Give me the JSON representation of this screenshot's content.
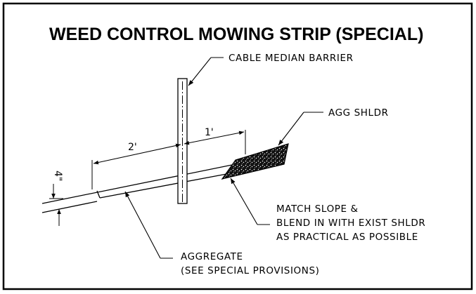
{
  "title": "WEED CONTROL MOWING STRIP (SPECIAL)",
  "callouts": {
    "cable_barrier": "CABLE MEDIAN BARRIER",
    "agg_shoulder": "AGG SHLDR",
    "match_slope": [
      "MATCH SLOPE &",
      "BLEND IN WITH EXIST SHLDR",
      "AS PRACTICAL AS POSSIBLE"
    ],
    "aggregate": [
      "AGGREGATE",
      "(SEE SPECIAL PROVISIONS)"
    ]
  },
  "dimensions": {
    "left_width": "2'",
    "right_width": "1'",
    "depth": "4\""
  },
  "colors": {
    "line": "#000000",
    "background": "#ffffff"
  }
}
